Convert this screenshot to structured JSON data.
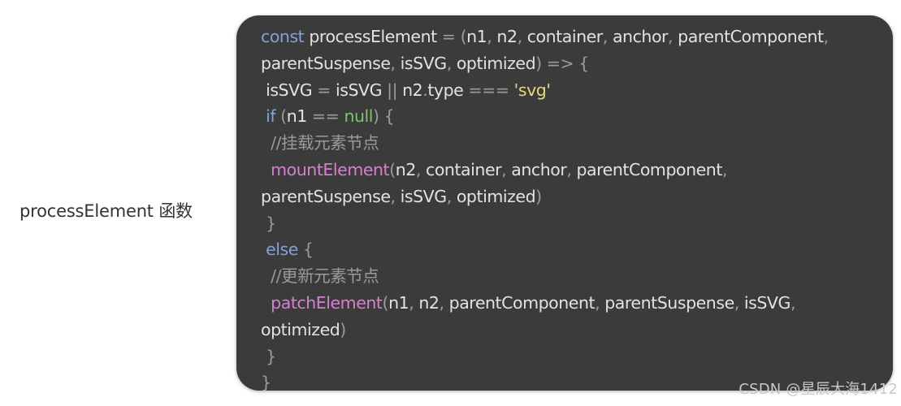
{
  "side_label": "processElement 函数",
  "watermark": "CSDN @星辰大海1412",
  "code": {
    "lines": [
      [
        {
          "t": "const",
          "c": "kw"
        },
        {
          "t": " ",
          "c": "tx"
        },
        {
          "t": "processElement",
          "c": "tx"
        },
        {
          "t": " = (",
          "c": "op"
        },
        {
          "t": "n1",
          "c": "tx"
        },
        {
          "t": ", ",
          "c": "op"
        },
        {
          "t": "n2",
          "c": "tx"
        },
        {
          "t": ", ",
          "c": "op"
        },
        {
          "t": "container",
          "c": "tx"
        },
        {
          "t": ", ",
          "c": "op"
        },
        {
          "t": "anchor",
          "c": "tx"
        },
        {
          "t": ", ",
          "c": "op"
        },
        {
          "t": "parentComponent",
          "c": "tx"
        },
        {
          "t": ",",
          "c": "op"
        }
      ],
      [
        {
          "t": "parentSuspense",
          "c": "tx"
        },
        {
          "t": ", ",
          "c": "op"
        },
        {
          "t": "isSVG",
          "c": "tx"
        },
        {
          "t": ", ",
          "c": "op"
        },
        {
          "t": "optimized",
          "c": "tx"
        },
        {
          "t": ") => {",
          "c": "op"
        }
      ],
      [
        {
          "t": " ",
          "c": "tx"
        },
        {
          "t": "isSVG",
          "c": "tx"
        },
        {
          "t": " = ",
          "c": "op"
        },
        {
          "t": "isSVG",
          "c": "tx"
        },
        {
          "t": " || ",
          "c": "op"
        },
        {
          "t": "n2",
          "c": "tx"
        },
        {
          "t": ".",
          "c": "op"
        },
        {
          "t": "type",
          "c": "tx"
        },
        {
          "t": " === ",
          "c": "op"
        },
        {
          "t": "'svg'",
          "c": "str"
        }
      ],
      [
        {
          "t": " ",
          "c": "tx"
        },
        {
          "t": "if",
          "c": "kw"
        },
        {
          "t": " (",
          "c": "op"
        },
        {
          "t": "n1",
          "c": "tx"
        },
        {
          "t": " == ",
          "c": "op"
        },
        {
          "t": "null",
          "c": "nul"
        },
        {
          "t": ") {",
          "c": "op"
        }
      ],
      [
        {
          "t": "  //挂载元素节点",
          "c": "cm"
        }
      ],
      [
        {
          "t": "  ",
          "c": "tx"
        },
        {
          "t": "mountElement",
          "c": "fn"
        },
        {
          "t": "(",
          "c": "op"
        },
        {
          "t": "n2",
          "c": "tx"
        },
        {
          "t": ", ",
          "c": "op"
        },
        {
          "t": "container",
          "c": "tx"
        },
        {
          "t": ", ",
          "c": "op"
        },
        {
          "t": "anchor",
          "c": "tx"
        },
        {
          "t": ", ",
          "c": "op"
        },
        {
          "t": "parentComponent",
          "c": "tx"
        },
        {
          "t": ",",
          "c": "op"
        }
      ],
      [
        {
          "t": "parentSuspense",
          "c": "tx"
        },
        {
          "t": ", ",
          "c": "op"
        },
        {
          "t": "isSVG",
          "c": "tx"
        },
        {
          "t": ", ",
          "c": "op"
        },
        {
          "t": "optimized",
          "c": "tx"
        },
        {
          "t": ")",
          "c": "op"
        }
      ],
      [
        {
          "t": " }",
          "c": "op"
        }
      ],
      [
        {
          "t": " ",
          "c": "tx"
        },
        {
          "t": "else",
          "c": "kw"
        },
        {
          "t": " {",
          "c": "op"
        }
      ],
      [
        {
          "t": "  //更新元素节点",
          "c": "cm"
        }
      ],
      [
        {
          "t": "  ",
          "c": "tx"
        },
        {
          "t": "patchElement",
          "c": "fn"
        },
        {
          "t": "(",
          "c": "op"
        },
        {
          "t": "n1",
          "c": "tx"
        },
        {
          "t": ", ",
          "c": "op"
        },
        {
          "t": "n2",
          "c": "tx"
        },
        {
          "t": ", ",
          "c": "op"
        },
        {
          "t": "parentComponent",
          "c": "tx"
        },
        {
          "t": ", ",
          "c": "op"
        },
        {
          "t": "parentSuspense",
          "c": "tx"
        },
        {
          "t": ", ",
          "c": "op"
        },
        {
          "t": "isSVG",
          "c": "tx"
        },
        {
          "t": ",",
          "c": "op"
        }
      ],
      [
        {
          "t": "optimized",
          "c": "tx"
        },
        {
          "t": ")",
          "c": "op"
        }
      ],
      [
        {
          "t": " }",
          "c": "op"
        }
      ],
      [
        {
          "t": "}",
          "c": "op"
        }
      ]
    ]
  },
  "colors": {
    "card_background": "#3b3b3b",
    "keyword": "#7fa4d6",
    "string": "#e7d87d",
    "null_literal": "#7cc36b",
    "function_call": "#d77fd1",
    "comment": "#9a9a9a",
    "punctuation": "#9b9b9b",
    "identifier": "#e2e2e2"
  }
}
